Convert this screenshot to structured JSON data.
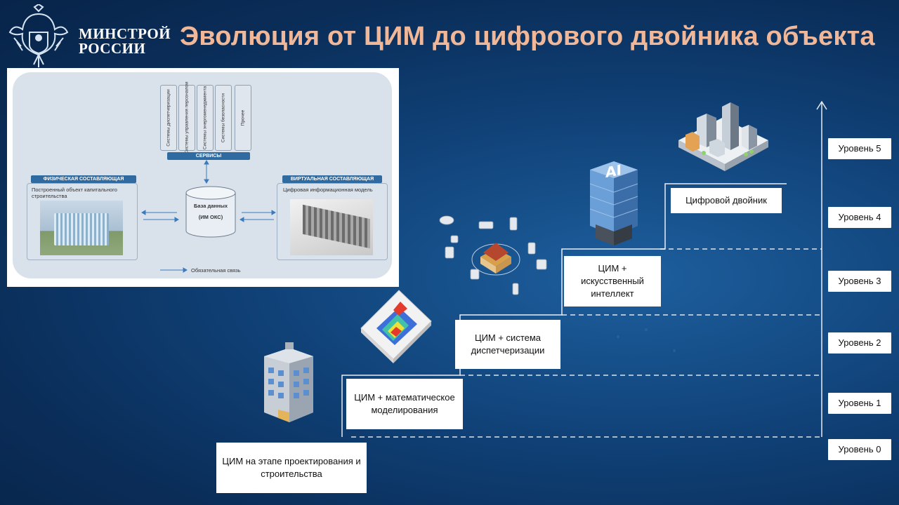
{
  "header": {
    "ministry_line1": "МИНСТРОЙ",
    "ministry_line2": "РОССИИ",
    "title": "Эволюция от ЦИМ до цифрового двойника объекта"
  },
  "diagram": {
    "services": [
      "Системы диспетчеризации",
      "Системы управления персоналом",
      "Системы энергоменеджмента",
      "Системы безопасности",
      "Прочее"
    ],
    "services_label": "СЕРВИСЫ",
    "physical_label": "ФИЗИЧЕСКАЯ СОСТАВЛЯЮЩАЯ",
    "physical_text": "Построенный объект капитального строительства",
    "virtual_label": "ВИРТУАЛЬНАЯ СОСТАВЛЯЮЩАЯ",
    "virtual_text": "Цифровая информационная модель",
    "db_line1": "База данных",
    "db_line2": "(ИМ ОКС)",
    "legend": "Обязательная связь"
  },
  "levels": [
    "Уровень 5",
    "Уровень 4",
    "Уровень 3",
    "Уровень 2",
    "Уровень 1",
    "Уровень 0"
  ],
  "steps": {
    "step0": "ЦИМ на этапе проектирования и строительства",
    "step1": "ЦИМ + математическое моделирования",
    "step2": "ЦИМ + система диспетчеризации",
    "step3": "ЦИМ + искусственный интеллект",
    "step4": "Цифровой двойник"
  },
  "illustrations": {
    "ai_badge": "AI"
  },
  "colors": {
    "title": "#f0b898",
    "background": "#0f3f74",
    "pill": "#2f6aa0"
  }
}
